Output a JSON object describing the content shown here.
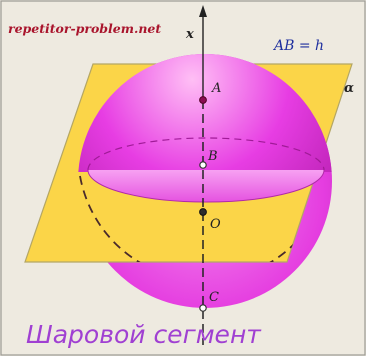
{
  "diagram": {
    "watermark": "repetitor-problem.net",
    "formula": "AB = h",
    "axis_label": "x",
    "plane_label": "α",
    "points": {
      "a": "A",
      "b": "B",
      "o": "O",
      "c": "C"
    },
    "caption": "Шаровой сегмент",
    "colors": {
      "background": "#eeeae0",
      "frame": "#9c9a94",
      "plane_fill": "#fbd548",
      "plane_edge": "#b4a664",
      "sphere_light": "#ffbff5",
      "sphere_main": "#e73de3",
      "sphere_dark": "#9c0e93",
      "axis": "#222222",
      "watermark": "#a9142c",
      "formula": "#1e2f9e",
      "caption": "#a040d2"
    }
  }
}
